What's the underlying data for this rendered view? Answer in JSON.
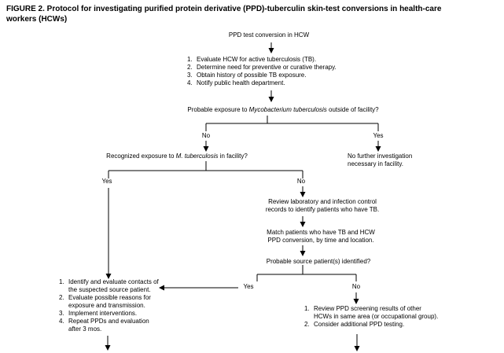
{
  "figure": {
    "title_line1": "FIGURE 2. Protocol for investigating purified protein derivative (PPD)-tuberculin skin-test conversions in health-care",
    "title_line2": "workers (HCWs)"
  },
  "flowchart": {
    "start": "PPD test conversion in HCW",
    "initial_steps": {
      "items": [
        {
          "num": "1.",
          "text": "Evaluate HCW for active tuberculosis (TB)."
        },
        {
          "num": "2.",
          "text": "Determine need for preventive or curative therapy."
        },
        {
          "num": "3.",
          "text": "Obtain history of possible TB exposure."
        },
        {
          "num": "4.",
          "text": "Notify public health department."
        }
      ]
    },
    "q_exposure_outside": {
      "pre": "Probable exposure to ",
      "italic": "Mycobacterium tuberculosis",
      "post": " outside of facility?"
    },
    "branch1": {
      "no": "No",
      "yes": "Yes"
    },
    "q_exposure_facility": {
      "pre": "Recognized exposure to ",
      "italic": "M. tuberculosis",
      "post": " in facility?"
    },
    "no_further": {
      "line1": "No further investigation",
      "line2": "necessary in facility."
    },
    "branch2": {
      "yes": "Yes",
      "no": "No"
    },
    "review_lab": {
      "line1": "Review laboratory and infection control",
      "line2": "records to identify patients who have TB."
    },
    "match_patients": {
      "line1": "Match patients who have TB and HCW",
      "line2": "PPD conversion, by time and location."
    },
    "q_source": "Probable source patient(s) identified?",
    "branch3": {
      "yes": "Yes",
      "no": "No"
    },
    "actions_contacts": {
      "items": [
        {
          "num": "1.",
          "line1": "Identify and evaluate contacts of",
          "line2": "the suspected source patient."
        },
        {
          "num": "2.",
          "line1": "Evaluate possible reasons for",
          "line2": "exposure and transmission."
        },
        {
          "num": "3.",
          "line1": "Implement interventions."
        },
        {
          "num": "4.",
          "line1": "Repeat PPDs and evaluation",
          "line2": "after 3 mos."
        }
      ]
    },
    "actions_screening": {
      "items": [
        {
          "num": "1.",
          "line1": "Review PPD screening results of other",
          "line2": "HCWs in same area (or occupational group)."
        },
        {
          "num": "2.",
          "line1": "Consider additional PPD testing."
        }
      ]
    }
  }
}
